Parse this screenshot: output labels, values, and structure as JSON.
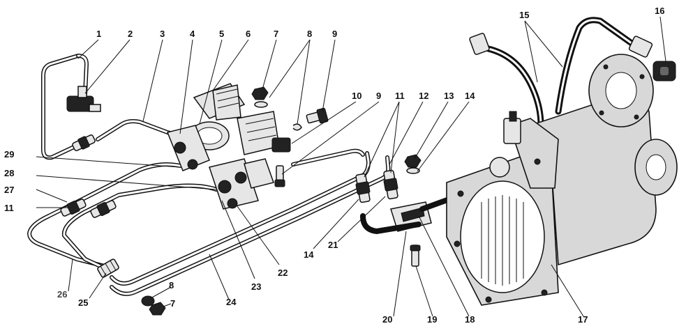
{
  "callouts": [
    {
      "id": "c1",
      "text": "1"
    },
    {
      "id": "c2",
      "text": "2"
    },
    {
      "id": "c3",
      "text": "3"
    },
    {
      "id": "c4",
      "text": "4"
    },
    {
      "id": "c5",
      "text": "5"
    },
    {
      "id": "c6",
      "text": "6"
    },
    {
      "id": "c7a",
      "text": "7"
    },
    {
      "id": "c8a",
      "text": "8"
    },
    {
      "id": "c9a",
      "text": "9"
    },
    {
      "id": "c10",
      "text": "10"
    },
    {
      "id": "c9b",
      "text": "9"
    },
    {
      "id": "c11a",
      "text": "11"
    },
    {
      "id": "c12",
      "text": "12"
    },
    {
      "id": "c13",
      "text": "13"
    },
    {
      "id": "c14a",
      "text": "14"
    },
    {
      "id": "c15",
      "text": "15"
    },
    {
      "id": "c16",
      "text": "16"
    },
    {
      "id": "c29",
      "text": "29"
    },
    {
      "id": "c28",
      "text": "28"
    },
    {
      "id": "c27",
      "text": "27"
    },
    {
      "id": "c11b",
      "text": "11"
    },
    {
      "id": "c14b",
      "text": "14"
    },
    {
      "id": "c21",
      "text": "21"
    },
    {
      "id": "c22",
      "text": "22"
    },
    {
      "id": "c23",
      "text": "23"
    },
    {
      "id": "c26",
      "text": "26"
    },
    {
      "id": "c25",
      "text": "25"
    },
    {
      "id": "c24",
      "text": "24"
    },
    {
      "id": "c8b",
      "text": "8"
    },
    {
      "id": "c7b",
      "text": "7"
    },
    {
      "id": "c20",
      "text": "20"
    },
    {
      "id": "c19",
      "text": "19"
    },
    {
      "id": "c18",
      "text": "18"
    },
    {
      "id": "c17",
      "text": "17"
    }
  ]
}
